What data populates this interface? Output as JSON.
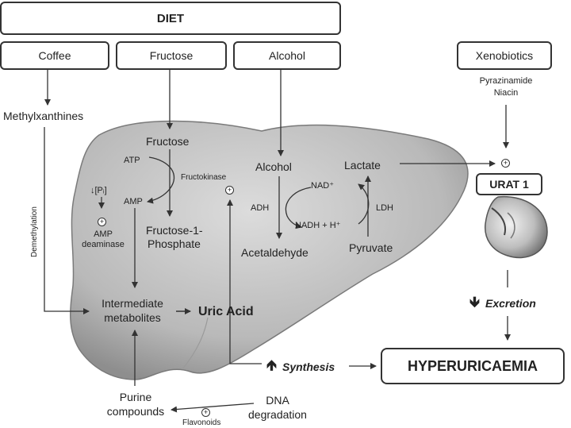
{
  "diet": {
    "title": "DIET",
    "sources": [
      "Coffee",
      "Fructose",
      "Alcohol"
    ]
  },
  "xenobiotics": {
    "title": "Xenobiotics",
    "drugs": [
      "Pyrazinamide",
      "Niacin"
    ]
  },
  "coffee_path": {
    "methylxanthines": "Methylxanthines",
    "demethylation": "Demethylation"
  },
  "fructose_path": {
    "fructose": "Fructose",
    "atp": "ATP",
    "amp": "AMP",
    "fructokinase": "Fructokinase",
    "f1p_line1": "Fructose-1-",
    "f1p_line2": "Phosphate",
    "pi": "↓[Pᵢ]",
    "amp_deaminase_line1": "AMP",
    "amp_deaminase_line2": "deaminase"
  },
  "alcohol_path": {
    "alcohol": "Alcohol",
    "adh": "ADH",
    "nad": "NAD⁺",
    "nadh": "NADH + H⁺",
    "acetaldehyde": "Acetaldehyde",
    "lactate": "Lactate",
    "ldh": "LDH",
    "pyruvate": "Pyruvate"
  },
  "center": {
    "intermediate_line1": "Intermediate",
    "intermediate_line2": "metabolites",
    "uric_acid": "Uric Acid"
  },
  "bottom": {
    "purine_line1": "Purine",
    "purine_line2": "compounds",
    "dna_line1": "DNA",
    "dna_line2": "degradation",
    "flavonoids": "Flavonoids"
  },
  "kidney": {
    "urat1": "URAT 1",
    "excretion": "Excretion"
  },
  "outcome": {
    "synthesis": "Synthesis",
    "hyperuricaemia": "HYPERURICAEMIA"
  },
  "symbols": {
    "plus": "+",
    "arrow_down": "🡻",
    "arrow_up": "🡹"
  }
}
